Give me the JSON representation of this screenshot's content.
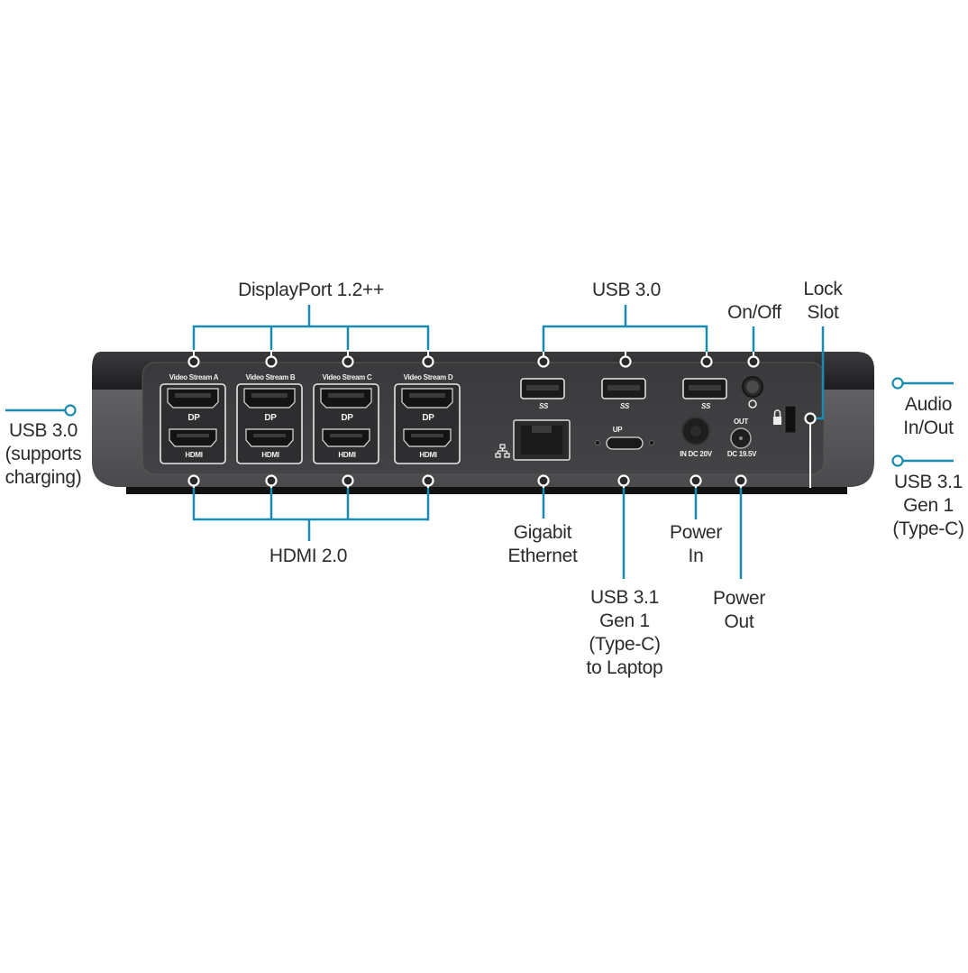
{
  "diagram": {
    "subject": "Docking station rear panel port layout",
    "accent_color": "#1a8bb0",
    "callouts": {
      "displayport": "DisplayPort 1.2++",
      "usb30_top": "USB 3.0",
      "onoff": "On/Off",
      "lock": [
        "Lock",
        "Slot"
      ],
      "usb30_left": [
        "USB 3.0",
        "(supports",
        "charging)"
      ],
      "audio": [
        "Audio",
        "In/Out"
      ],
      "usb31_right": [
        "USB 3.1",
        "Gen 1",
        "(Type-C)"
      ],
      "hdmi": "HDMI 2.0",
      "ethernet": [
        "Gigabit",
        "Ethernet"
      ],
      "usb31_laptop": [
        "USB 3.1",
        "Gen 1",
        "(Type-C)",
        "to Laptop"
      ],
      "power_in": [
        "Power",
        "In"
      ],
      "power_out": [
        "Power",
        "Out"
      ]
    },
    "panel_labels": {
      "video_streams": [
        "Video Stream A",
        "Video Stream B",
        "Video Stream C",
        "Video Stream D"
      ],
      "dp_mark": "DP",
      "hdmi_mark": "HDMI",
      "usb_ss_mark": "SS",
      "up_mark": "UP",
      "power_in_mark": "IN DC 20V",
      "power_out_mark_top": "OUT",
      "power_out_mark": "DC 19.5V"
    }
  }
}
